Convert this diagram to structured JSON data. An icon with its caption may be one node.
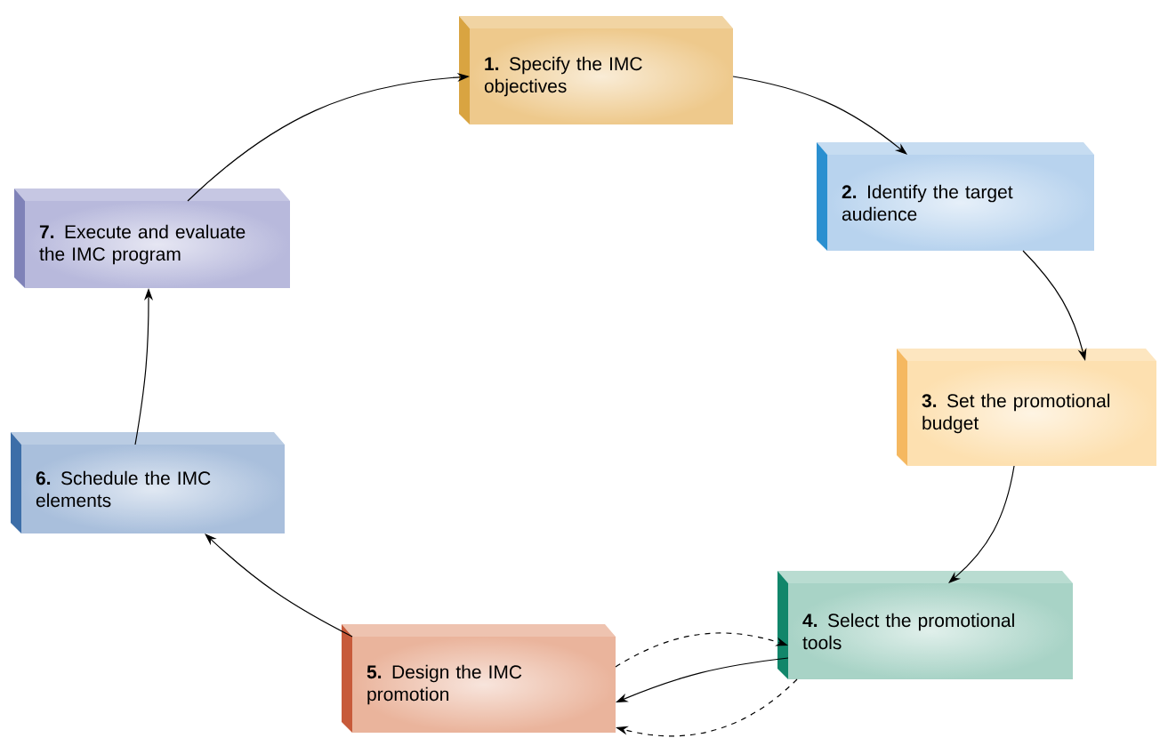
{
  "diagram": {
    "nodes": [
      {
        "text": [
          "**1.** Specify the IMC objectives"
        ]
      },
      {
        "text": [
          "**2.** Identify the target audience"
        ]
      },
      {
        "text": [
          "**3.** Set the promotional budget"
        ]
      },
      {
        "text": [
          "**4.** Select the promotional tools"
        ]
      },
      {
        "text": [
          "**5.** Design the IMC promotion"
        ]
      },
      {
        "text": [
          "**6.** Schedule the IMC elements"
        ]
      },
      {
        "text": [
          "**7.** Execute and evaluate the IMC program"
        ]
      }
    ],
    "edges": [
      {
        "from": 0,
        "to": 1,
        "arrow": "to"
      },
      {
        "from": 1,
        "to": 2,
        "arrow": "to"
      },
      {
        "from": 2,
        "to": 3,
        "arrow": "to"
      },
      {
        "from": 3,
        "to": 4,
        "arrow": "to"
      },
      {
        "from": 4,
        "to": 3,
        "arrow": "to",
        "style": "dashed"
      },
      {
        "from": 3,
        "to": 4,
        "arrow": "to",
        "style": "dashed"
      },
      {
        "from": 4,
        "to": 5,
        "arrow": "to"
      },
      {
        "from": 5,
        "to": 6,
        "arrow": "to"
      },
      {
        "from": 6,
        "to": 0,
        "arrow": "to"
      }
    ]
  }
}
